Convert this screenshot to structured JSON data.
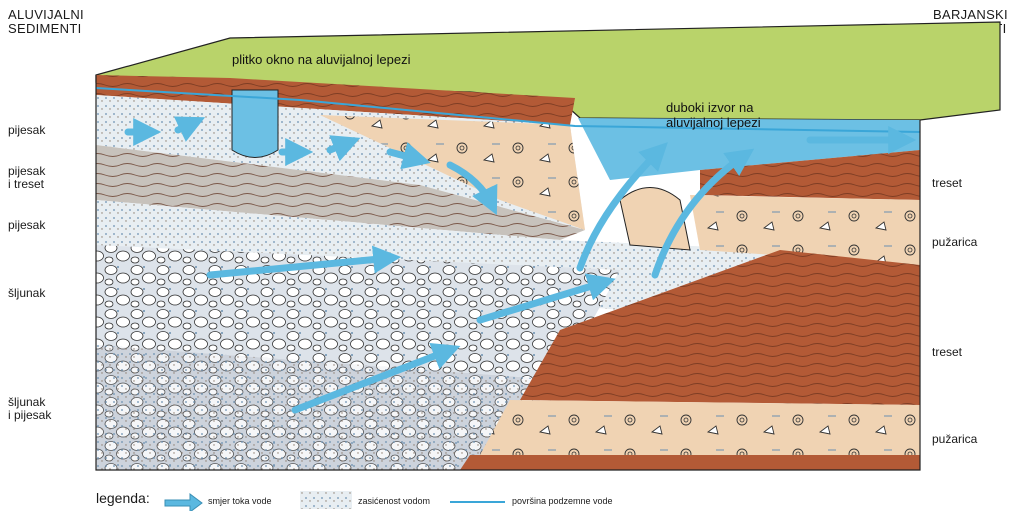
{
  "headers": {
    "left": "ALUVIJALNI\nSEDIMENTI",
    "right": "BARJANSKI\nSEDIMENTI"
  },
  "left_labels": [
    "pijesak",
    "pijesak\ni treset",
    "pijesak",
    "šljunak",
    "šljunak\ni pijesak"
  ],
  "right_labels": [
    "treset",
    "pužarica",
    "treset",
    "pužarica"
  ],
  "annotations": {
    "shallow_well": "plitko okno na aluvijalnoj lepezi",
    "deep_spring": "duboki izvor na\naluvijalnoj lepezi"
  },
  "legend": {
    "title": "legenda:",
    "flow": "smjer toka vode",
    "saturation": "zasićenost vodom",
    "water_table": "površina podzemne vode"
  },
  "colors": {
    "grass": "#b9d36a",
    "peat": "#b35a36",
    "sand_beige": "#f0d3b3",
    "sand_light": "#e8eef2",
    "gravel": "#dde3ea",
    "water": "#6cc0e4",
    "flow_arrow": "#5bb8e0"
  }
}
